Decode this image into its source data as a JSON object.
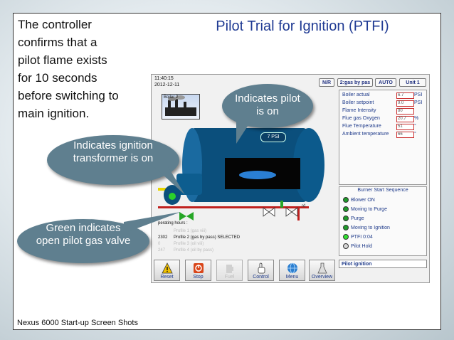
{
  "slide": {
    "title": "Pilot Trial for Ignition (PTFI)",
    "intro_lines": [
      "The controller",
      "confirms that a",
      "pilot flame exists",
      "for 10 seconds",
      "before switching to",
      "main ignition."
    ],
    "footer": "Nexus 6000 Start-up Screen Shots"
  },
  "hmi": {
    "time": "11:40:15",
    "date": "2012-12-11",
    "top_buttons": [
      "N/R",
      "2:gas by pas",
      "AUTO",
      "Unit 1"
    ],
    "logo_label": "Boiler 2",
    "pressure_badge": "7 PSI",
    "valve_label": "rd",
    "readings": [
      {
        "label": "Boiler actual",
        "value": "6.7",
        "unit": "PSI"
      },
      {
        "label": "Boiler setpoint",
        "value": "9.0",
        "unit": "PSI"
      },
      {
        "label": "Flame Intensity",
        "value": "80",
        "unit": ""
      },
      {
        "label": "Flue gas Oxygen",
        "value": "20.7",
        "unit": "%"
      },
      {
        "label": "Flue Temperature",
        "value": "51",
        "unit": "°"
      },
      {
        "label": "Ambient temperature",
        "value": "66",
        "unit": "°"
      }
    ],
    "sequence": {
      "title": "Burner Start Sequence",
      "items": [
        {
          "label": "Blower ON",
          "state": "on"
        },
        {
          "label": "Moving to Purge",
          "state": "on"
        },
        {
          "label": "Purge",
          "state": "on"
        },
        {
          "label": "Moving to Ignition",
          "state": "on"
        },
        {
          "label": "PTFI  0:04",
          "state": "active"
        },
        {
          "label": "Pilot Hold",
          "state": "off"
        }
      ]
    },
    "status_text": "Pilot ignition",
    "operating_hours_label": "perating hours :",
    "profiles": [
      {
        "hours": "",
        "text": "Profile 1 (gas viii)"
      },
      {
        "hours": "2302",
        "text": "Profile 2 (gas by pass) SELECTED"
      },
      {
        "hours": "0",
        "text": "Profile 3 (oil viii)"
      },
      {
        "hours": "247",
        "text": "Profile 4 (oil by pass)"
      }
    ],
    "bottom_buttons": [
      {
        "label": "Reset",
        "icon": "warning-icon"
      },
      {
        "label": "Stop",
        "icon": "stop-icon"
      },
      {
        "label": "Fuel",
        "icon": "fuel-icon"
      },
      {
        "label": "Control",
        "icon": "hand-pointer-icon"
      },
      {
        "label": "Menu",
        "icon": "globe-icon"
      },
      {
        "label": "Overview",
        "icon": "flask-icon"
      }
    ]
  },
  "callouts": {
    "pilot_on": "Indicates pilot is on",
    "ignition_transformer": "Indicates ignition transformer is on",
    "pilot_valve": "Green indicates open pilot gas valve"
  },
  "colors": {
    "title": "#1f3a93",
    "boiler": "#0b4f7c",
    "bubble": "#5f7f8f",
    "indicator_green": "#1f9a2a",
    "label_blue": "#1e3a8a"
  }
}
